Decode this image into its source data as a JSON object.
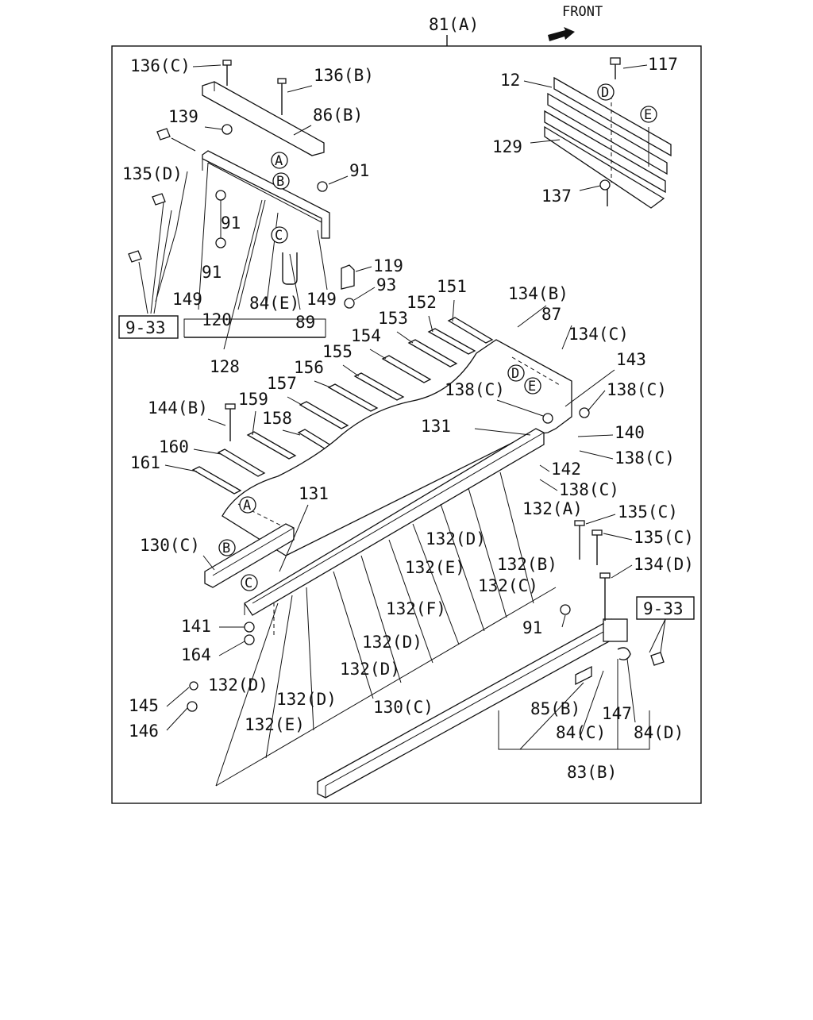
{
  "diagram": {
    "assembly_label": "81(A)",
    "front_label": "FRONT",
    "reference_boxes": [
      "9-33",
      "9-33"
    ],
    "letter_markers": [
      "A",
      "B",
      "C",
      "D",
      "E",
      "A",
      "B",
      "C",
      "D",
      "E"
    ],
    "colors": {
      "ink": "#111111",
      "background": "#ffffff"
    },
    "labels": [
      "136(C)",
      "136(B)",
      "86(B)",
      "139",
      "135(D)",
      "91",
      "91",
      "91",
      "149",
      "120",
      "128",
      "84(E)",
      "89",
      "149",
      "119",
      "93",
      "117",
      "12",
      "129",
      "137",
      "151",
      "152",
      "153",
      "154",
      "155",
      "156",
      "157",
      "158",
      "159",
      "160",
      "161",
      "144(B)",
      "134(B)",
      "87",
      "134(C)",
      "143",
      "138(C)",
      "138(C)",
      "131",
      "140",
      "138(C)",
      "142",
      "138(C)",
      "132(A)",
      "135(C)",
      "135(C)",
      "134(D)",
      "131",
      "130(C)",
      "132(D)",
      "132(E)",
      "132(B)",
      "132(C)",
      "132(F)",
      "132(D)",
      "132(D)",
      "91",
      "141",
      "164",
      "132(D)",
      "145",
      "146",
      "132(D)",
      "132(E)",
      "130(C)",
      "85(B)",
      "147",
      "84(C)",
      "84(D)",
      "83(B)"
    ]
  }
}
